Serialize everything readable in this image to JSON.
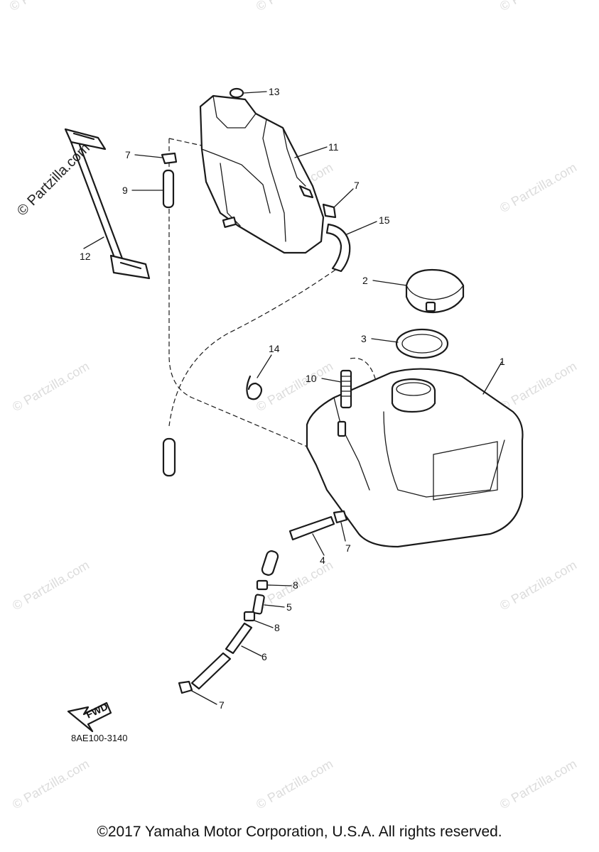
{
  "watermark": {
    "text": "© Partzilla.com",
    "top_left_corner": "© P"
  },
  "callouts": {
    "c1": "1",
    "c2": "2",
    "c3": "3",
    "c4": "4",
    "c5": "5",
    "c6": "6",
    "c7a": "7",
    "c7b": "7",
    "c7c": "7",
    "c7d": "7",
    "c8a": "8",
    "c8b": "8",
    "c9": "9",
    "c10": "10",
    "c11": "11",
    "c12": "12",
    "c13": "13",
    "c14": "14",
    "c15": "15"
  },
  "direction_label": "FWD",
  "diagram_code": "8AE100-3140",
  "copyright": "©2017 Yamaha Motor Corporation, U.S.A. All rights reserved."
}
